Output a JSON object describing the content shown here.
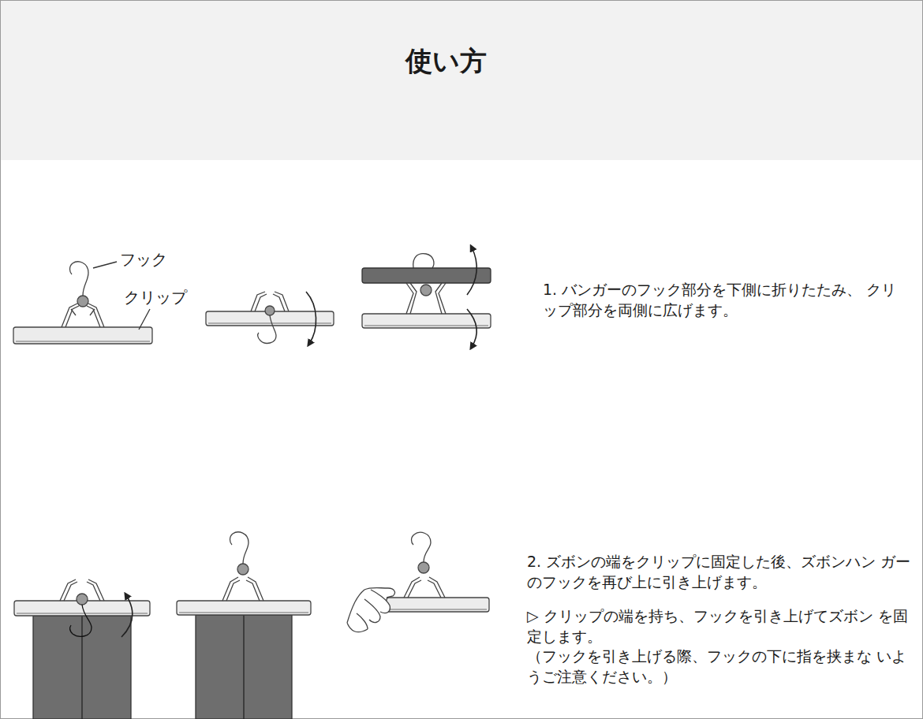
{
  "diagram": {
    "title": "使い方",
    "labels": [
      "フック",
      "クリップ",
      "1. バンガーのフック部分を下側に折りたたみ、 クリップ部分を両側に広げます。",
      "2. ズボンの端をクリップに固定した後、ズボンハン ガーのフックを再び上に引き上げます。",
      "▷ クリップの端を持ち、フックを引き上げてズボン を固定します。",
      "（フックを引き上げる際、フックの下に指を挟まな いようご注意ください。）"
    ]
  }
}
